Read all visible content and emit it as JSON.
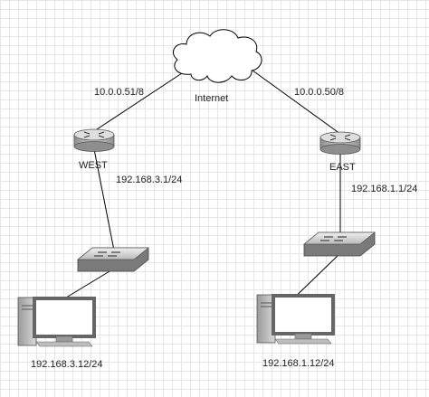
{
  "cloud": {
    "label": "Internet"
  },
  "routers": {
    "west": {
      "name": "WEST",
      "wan_ip": "10.0.0.51/8",
      "lan_ip": "192.168.3.1/24"
    },
    "east": {
      "name": "EAST",
      "wan_ip": "10.0.0.50/8",
      "lan_ip": "192.168.1.1/24"
    }
  },
  "hosts": {
    "west": {
      "ip": "192.168.3.12/24"
    },
    "east": {
      "ip": "192.168.1.12/24"
    }
  },
  "icons": [
    "cloud-icon",
    "router-icon",
    "switch-icon",
    "computer-icon"
  ],
  "colors": {
    "device_gray": "#c8c8c8",
    "device_dark": "#5a5a5a",
    "screen_white": "#ffffff",
    "line": "#000000",
    "grid": "#e6e6e6"
  }
}
